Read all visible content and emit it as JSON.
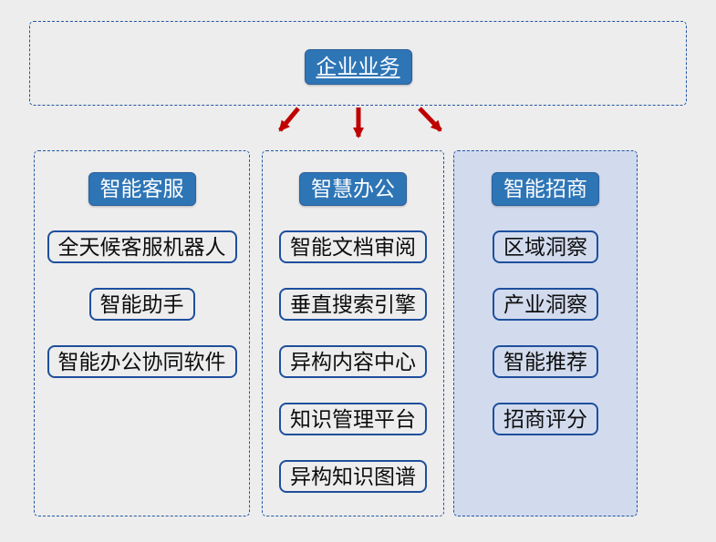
{
  "diagram": {
    "root": {
      "label": "企业业务"
    },
    "columns": [
      {
        "header": "智能客服",
        "items": [
          "全天候客服机器人",
          "智能助手",
          "智能办公协同软件"
        ],
        "highlighted": false
      },
      {
        "header": "智慧办公",
        "items": [
          "智能文档审阅",
          "垂直搜索引擎",
          "异构内容中心",
          "知识管理平台",
          "异构知识图谱"
        ],
        "highlighted": false
      },
      {
        "header": "智能招商",
        "items": [
          "区域洞察",
          "产业洞察",
          "智能推荐",
          "招商评分"
        ],
        "highlighted": true
      }
    ],
    "arrows": {
      "count": 3,
      "directions": [
        "down-left",
        "down",
        "down-right"
      ],
      "color": "#c00000"
    },
    "colors": {
      "background": "#ededed",
      "node_fill": "#2e75b6",
      "node_border": "#2b5f9b",
      "item_border": "#1e4f9d",
      "group_dash_border": "#2155a4",
      "highlight_column_fill": "#d2dbee",
      "node_text": "#ffffff",
      "item_text": "#0d0d0d"
    }
  }
}
